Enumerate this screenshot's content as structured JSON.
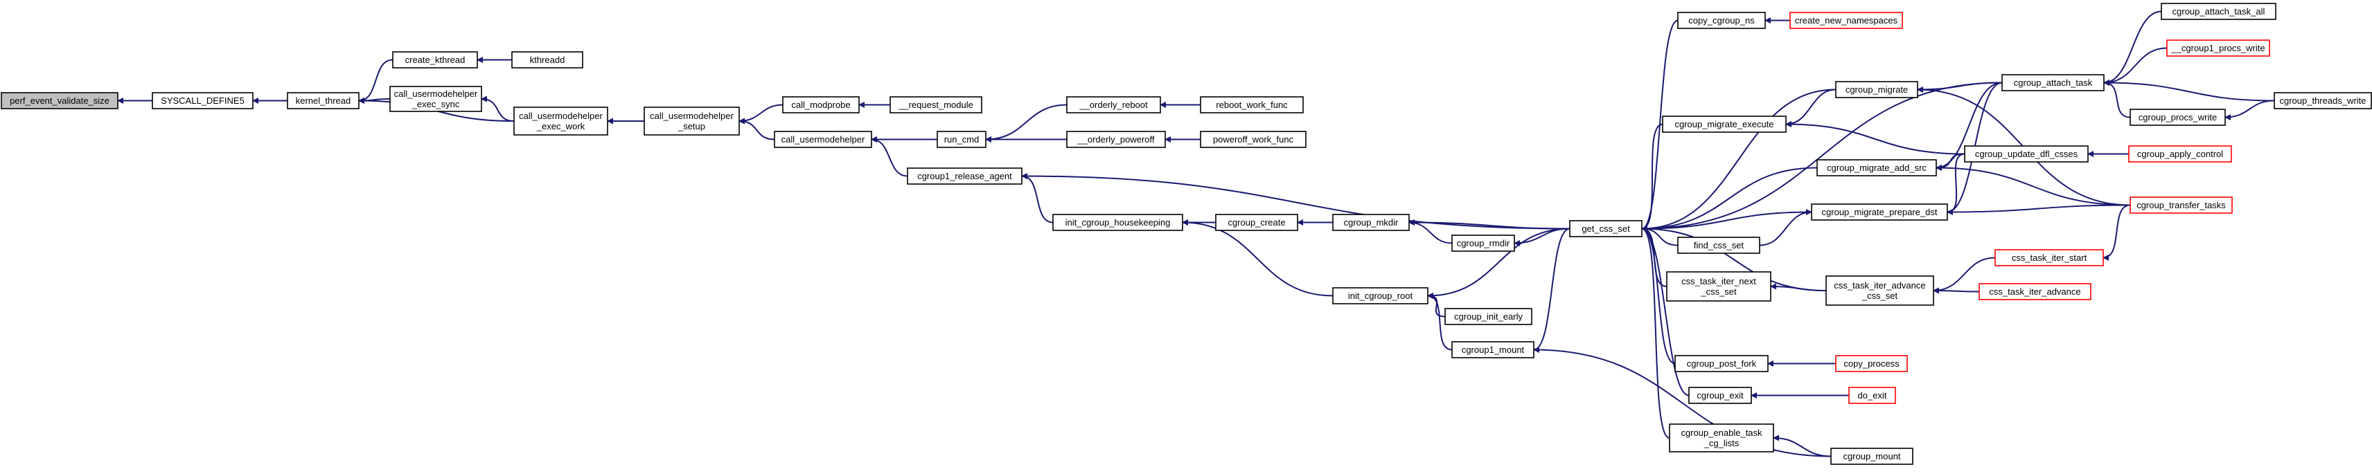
{
  "colors": {
    "edge": "#191970",
    "root_fill": "#c0c0c0",
    "normal_border": "#000000",
    "truncated_border": "#ff0000",
    "box_fill": "#ffffff",
    "text": "#000000"
  },
  "nodes": [
    {
      "id": "pevs",
      "lines": [
        "perf_event_validate_size"
      ],
      "root": true
    },
    {
      "id": "sysdef",
      "lines": [
        "SYSCALL_DEFINE5"
      ]
    },
    {
      "id": "kthr",
      "lines": [
        "kernel_thread"
      ]
    },
    {
      "id": "ckthr",
      "lines": [
        "create_kthread"
      ]
    },
    {
      "id": "kthrd",
      "lines": [
        "kthreadd"
      ]
    },
    {
      "id": "cuhes",
      "lines": [
        "call_usermodehelper",
        "_exec_sync"
      ]
    },
    {
      "id": "cuhew",
      "lines": [
        "call_usermodehelper",
        "_exec_work"
      ]
    },
    {
      "id": "cuhs",
      "lines": [
        "call_usermodehelper",
        "_setup"
      ]
    },
    {
      "id": "cmp",
      "lines": [
        "call_modprobe"
      ]
    },
    {
      "id": "reqm",
      "lines": [
        "__request_module"
      ]
    },
    {
      "id": "cuh",
      "lines": [
        "call_usermodehelper"
      ]
    },
    {
      "id": "runc",
      "lines": [
        "run_cmd"
      ]
    },
    {
      "id": "oreb",
      "lines": [
        "__orderly_reboot"
      ]
    },
    {
      "id": "rwf",
      "lines": [
        "reboot_work_func"
      ]
    },
    {
      "id": "opow",
      "lines": [
        "__orderly_poweroff"
      ]
    },
    {
      "id": "pwf",
      "lines": [
        "poweroff_work_func"
      ]
    },
    {
      "id": "c1ra",
      "lines": [
        "cgroup1_release_agent"
      ]
    },
    {
      "id": "ich",
      "lines": [
        "init_cgroup_housekeeping"
      ]
    },
    {
      "id": "ccre",
      "lines": [
        "cgroup_create"
      ]
    },
    {
      "id": "cmkd",
      "lines": [
        "cgroup_mkdir"
      ]
    },
    {
      "id": "crmd",
      "lines": [
        "cgroup_rmdir"
      ]
    },
    {
      "id": "icr",
      "lines": [
        "init_cgroup_root"
      ]
    },
    {
      "id": "cie",
      "lines": [
        "cgroup_init_early"
      ]
    },
    {
      "id": "c1m",
      "lines": [
        "cgroup1_mount"
      ]
    },
    {
      "id": "gcs",
      "lines": [
        "get_css_set"
      ]
    },
    {
      "id": "ccns",
      "lines": [
        "copy_cgroup_ns"
      ]
    },
    {
      "id": "cnns",
      "lines": [
        "create_new_namespaces"
      ],
      "truncated": true
    },
    {
      "id": "cmex",
      "lines": [
        "cgroup_migrate_execute"
      ]
    },
    {
      "id": "cmig",
      "lines": [
        "cgroup_migrate"
      ]
    },
    {
      "id": "cat",
      "lines": [
        "cgroup_attach_task"
      ]
    },
    {
      "id": "cata",
      "lines": [
        "cgroup_attach_task_all"
      ]
    },
    {
      "id": "c1pw",
      "lines": [
        "__cgroup1_procs_write"
      ],
      "truncated": true
    },
    {
      "id": "cprw",
      "lines": [
        "cgroup_procs_write"
      ]
    },
    {
      "id": "cthw",
      "lines": [
        "cgroup_threads_write"
      ]
    },
    {
      "id": "cmas",
      "lines": [
        "cgroup_migrate_add_src"
      ]
    },
    {
      "id": "cudc",
      "lines": [
        "cgroup_update_dfl_csses"
      ]
    },
    {
      "id": "cac",
      "lines": [
        "cgroup_apply_control"
      ],
      "truncated": true
    },
    {
      "id": "cmpd",
      "lines": [
        "cgroup_migrate_prepare_dst"
      ]
    },
    {
      "id": "ctt",
      "lines": [
        "cgroup_transfer_tasks"
      ],
      "truncated": true
    },
    {
      "id": "fcs",
      "lines": [
        "find_css_set"
      ]
    },
    {
      "id": "ctin",
      "lines": [
        "css_task_iter_next",
        "_css_set"
      ]
    },
    {
      "id": "ctia",
      "lines": [
        "css_task_iter_advance",
        "_css_set"
      ]
    },
    {
      "id": "ctis",
      "lines": [
        "css_task_iter_start"
      ],
      "truncated": true
    },
    {
      "id": "ctiad",
      "lines": [
        "css_task_iter_advance"
      ],
      "truncated": true
    },
    {
      "id": "cpf",
      "lines": [
        "cgroup_post_fork"
      ]
    },
    {
      "id": "cpp",
      "lines": [
        "copy_process"
      ],
      "truncated": true
    },
    {
      "id": "cex",
      "lines": [
        "cgroup_exit"
      ]
    },
    {
      "id": "dex",
      "lines": [
        "do_exit"
      ],
      "truncated": true
    },
    {
      "id": "cetl",
      "lines": [
        "cgroup_enable_task",
        "_cg_lists"
      ]
    },
    {
      "id": "cmnt",
      "lines": [
        "cgroup_mount"
      ]
    }
  ],
  "edges": [
    [
      "sysdef",
      "pevs"
    ],
    [
      "kthr",
      "sysdef"
    ],
    [
      "ckthr",
      "kthr"
    ],
    [
      "cuhes",
      "kthr"
    ],
    [
      "cuhew",
      "kthr"
    ],
    [
      "kthrd",
      "ckthr"
    ],
    [
      "cuhew",
      "cuhes"
    ],
    [
      "cuhs",
      "cuhew"
    ],
    [
      "cmp",
      "cuhs"
    ],
    [
      "cuh",
      "cuhs"
    ],
    [
      "reqm",
      "cmp"
    ],
    [
      "runc",
      "cuh"
    ],
    [
      "c1ra",
      "cuh"
    ],
    [
      "oreb",
      "runc"
    ],
    [
      "opow",
      "runc"
    ],
    [
      "rwf",
      "oreb"
    ],
    [
      "pwf",
      "opow"
    ],
    [
      "ich",
      "c1ra"
    ],
    [
      "gcs",
      "c1ra"
    ],
    [
      "ccre",
      "ich"
    ],
    [
      "icr",
      "ich"
    ],
    [
      "cmkd",
      "ccre"
    ],
    [
      "gcs",
      "cmkd"
    ],
    [
      "crmd",
      "cmkd"
    ],
    [
      "gcs",
      "crmd"
    ],
    [
      "gcs",
      "icr"
    ],
    [
      "cie",
      "icr"
    ],
    [
      "c1m",
      "icr"
    ],
    [
      "gcs",
      "c1m"
    ],
    [
      "cmnt",
      "c1m"
    ],
    [
      "ccns",
      "gcs"
    ],
    [
      "cmex",
      "gcs"
    ],
    [
      "cmig",
      "gcs"
    ],
    [
      "cat",
      "gcs"
    ],
    [
      "cmas",
      "gcs"
    ],
    [
      "fcs",
      "gcs"
    ],
    [
      "cmpd",
      "gcs"
    ],
    [
      "ctin",
      "gcs"
    ],
    [
      "ctia",
      "gcs"
    ],
    [
      "cpf",
      "gcs"
    ],
    [
      "cex",
      "gcs"
    ],
    [
      "cetl",
      "gcs"
    ],
    [
      "cnns",
      "ccns"
    ],
    [
      "cmig",
      "cmex"
    ],
    [
      "cudc",
      "cmex"
    ],
    [
      "cat",
      "cmig"
    ],
    [
      "ctt",
      "cmig"
    ],
    [
      "cata",
      "cat"
    ],
    [
      "c1pw",
      "cat"
    ],
    [
      "cprw",
      "cat"
    ],
    [
      "cthw",
      "cat"
    ],
    [
      "cthw",
      "cprw"
    ],
    [
      "cat",
      "cmas"
    ],
    [
      "cudc",
      "cmas"
    ],
    [
      "ctt",
      "cmas"
    ],
    [
      "cac",
      "cudc"
    ],
    [
      "cat",
      "cmpd"
    ],
    [
      "cudc",
      "cmpd"
    ],
    [
      "ctt",
      "cmpd"
    ],
    [
      "fcs",
      "cmpd"
    ],
    [
      "ctia",
      "ctin"
    ],
    [
      "ctis",
      "ctia"
    ],
    [
      "ctiad",
      "ctia"
    ],
    [
      "ctt",
      "ctis"
    ],
    [
      "cpp",
      "cpf"
    ],
    [
      "dex",
      "cex"
    ],
    [
      "cmnt",
      "cetl"
    ]
  ]
}
